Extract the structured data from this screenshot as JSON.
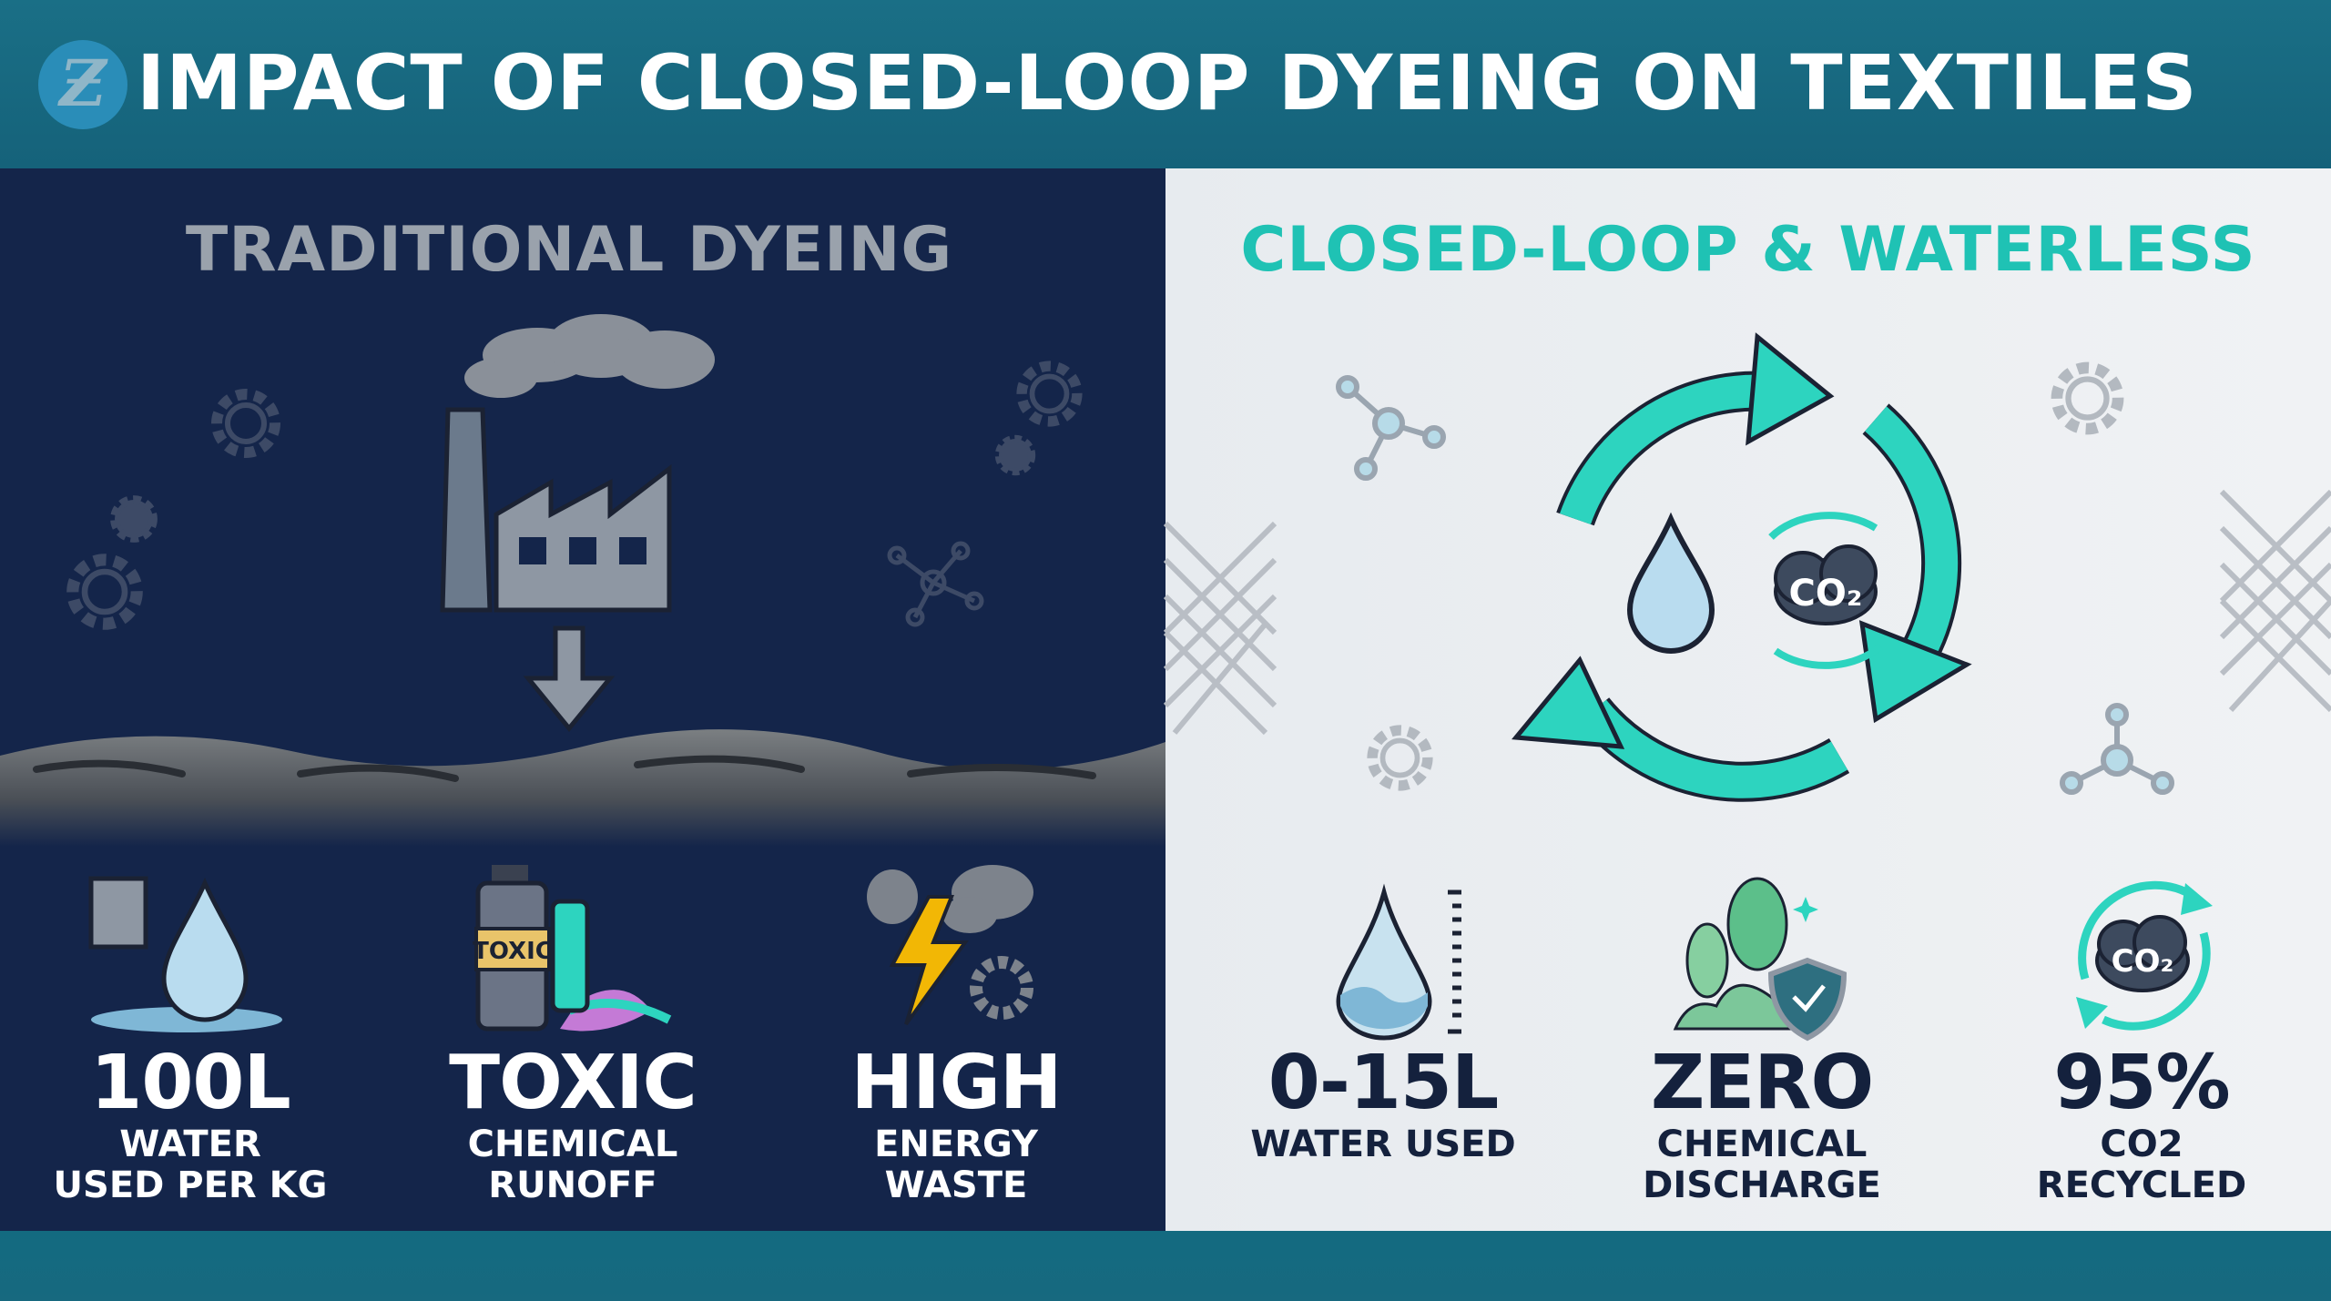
{
  "header": {
    "title": "IMPACT OF CLOSED-LOOP DYEING ON TEXTILES",
    "logo_letter": "Ƶ"
  },
  "colors": {
    "header": "#17697f",
    "traditional_bg": "#14254a",
    "closed_loop_bg": "#eceff2",
    "accent": "#1fc2b4",
    "dark_text": "#14213d"
  },
  "traditional": {
    "heading": "TRADITIONAL DYEING",
    "stats": [
      {
        "value": "100L",
        "line1": "WATER",
        "line2": "USED PER KG",
        "icon": "water-drop-pour-icon"
      },
      {
        "value": "TOXIC",
        "line1": "CHEMICAL",
        "line2": "RUNOFF",
        "icon": "toxic-bottle-icon",
        "bottle_label": "TOXIC"
      },
      {
        "value": "HIGH",
        "line1": "ENERGY",
        "line2": "WASTE",
        "icon": "lightning-smoke-icon"
      }
    ]
  },
  "closed_loop": {
    "heading": "CLOSED-LOOP & WATERLESS",
    "cycle_label": "CO₂",
    "stats": [
      {
        "value": "0-15L",
        "line1": "WATER USED",
        "line2": "",
        "icon": "water-gauge-icon"
      },
      {
        "value": "ZERO",
        "line1": "CHEMICAL",
        "line2": "DISCHARGE",
        "icon": "trees-shield-icon"
      },
      {
        "value": "95%",
        "line1": "CO2",
        "line2": "RECYCLED",
        "icon": "co2-recycle-icon",
        "icon_label": "CO₂"
      }
    ]
  }
}
